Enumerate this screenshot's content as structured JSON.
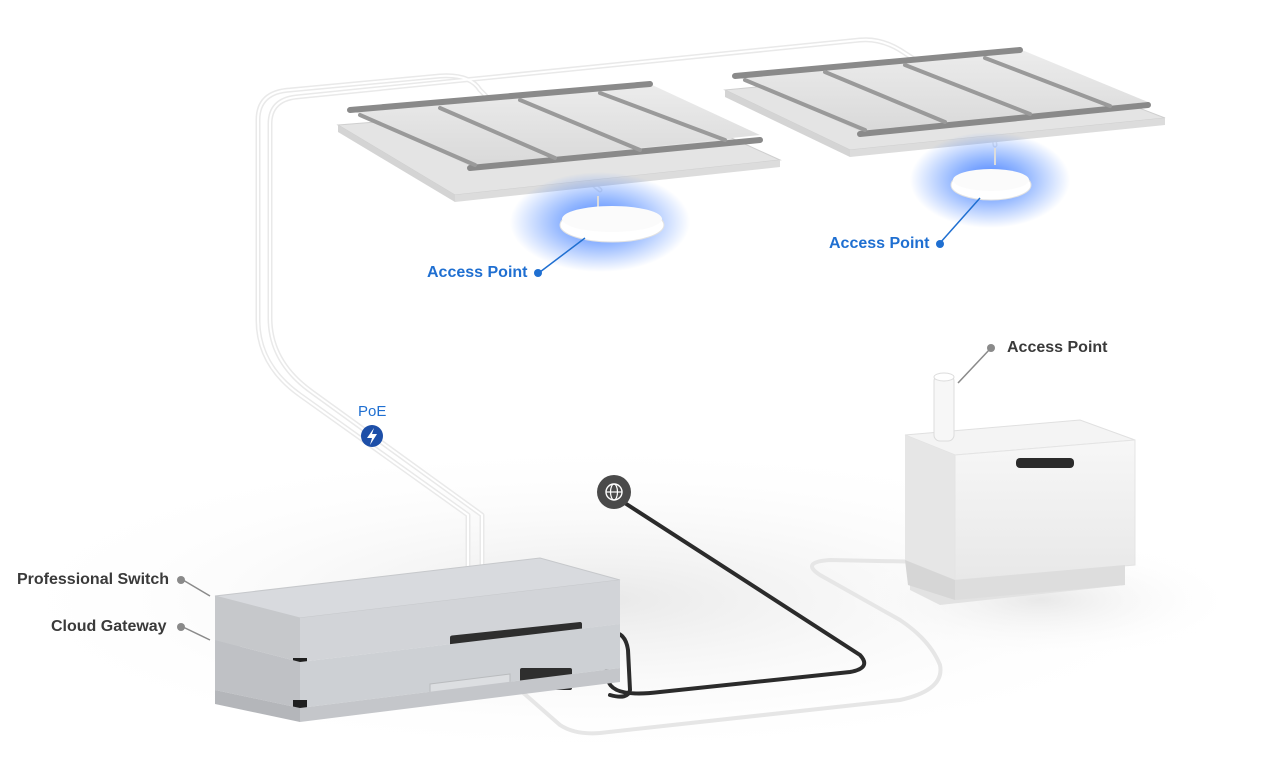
{
  "labels": {
    "ap_left": "Access Point",
    "ap_right": "Access Point",
    "ap_outdoor": "Access Point",
    "switch": "Professional Switch",
    "gateway": "Cloud Gateway",
    "poe": "PoE"
  },
  "icons": {
    "poe_bolt": "lightning-bolt-icon",
    "internet": "globe-icon"
  },
  "colors": {
    "accent_blue": "#1f6fd1",
    "poe_badge": "#1d4fa8",
    "label_gray": "#3a3a3a",
    "cable_white": "#f2f2f2",
    "cable_dark": "#2b2b2b",
    "ap_glow": "#3b7cff"
  }
}
